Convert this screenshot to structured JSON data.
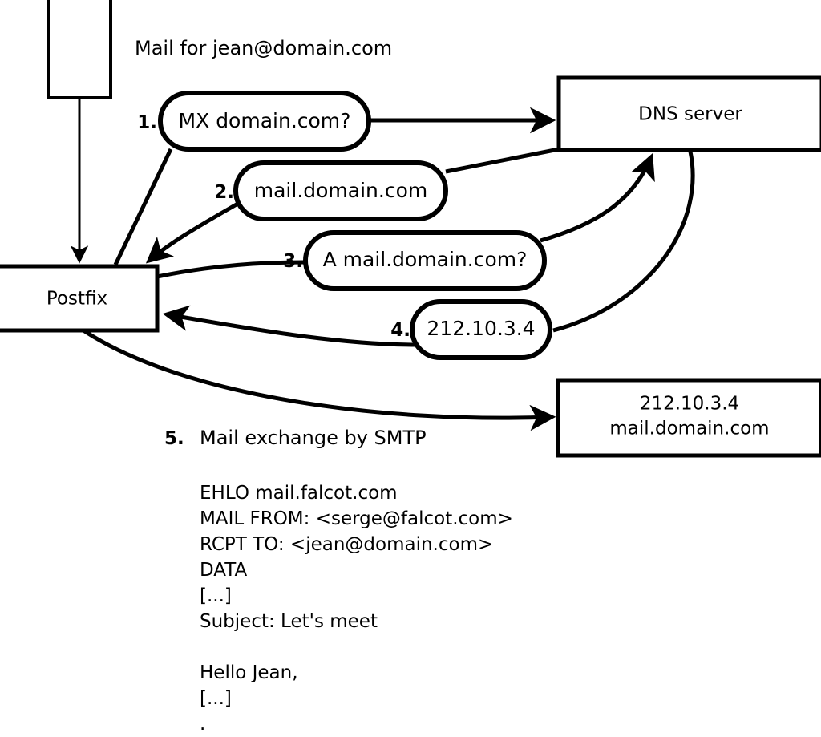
{
  "diagram": {
    "title_text": "Mail for jean@domain.com",
    "nodes": [
      {
        "id": "client",
        "label": ""
      },
      {
        "id": "postfix",
        "label": "Postfix"
      },
      {
        "id": "dns",
        "label": "DNS server"
      },
      {
        "id": "mailserver",
        "label_line1": "212.10.3.4",
        "label_line2": "mail.domain.com"
      }
    ],
    "steps": [
      {
        "number": "1.",
        "text": "MX domain.com?"
      },
      {
        "number": "2.",
        "text": "mail.domain.com"
      },
      {
        "number": "3.",
        "text": "A mail.domain.com?"
      },
      {
        "number": "4.",
        "text": "212.10.3.4"
      }
    ],
    "smtp": {
      "number": "5.",
      "title": "Mail exchange by SMTP",
      "transcript": [
        "EHLO mail.falcot.com",
        "MAIL FROM: <serge@falcot.com>",
        "RCPT TO: <jean@domain.com>",
        "DATA",
        "[...]",
        "Subject: Let's meet",
        "",
        "Hello Jean,",
        "[...]",
        "."
      ]
    },
    "colors": {
      "stroke": "#000000",
      "fill": "#ffffff",
      "text": "#000000"
    }
  }
}
